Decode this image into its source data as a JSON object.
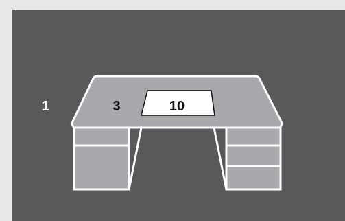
{
  "colors": {
    "background": "#e9e9ea",
    "panel": "#58595b",
    "desk_fill": "#a7a9ac",
    "outline": "#ffffff",
    "paper": "#ffffff",
    "label_dark": "#111111",
    "label_light": "#ffffff"
  },
  "labels": {
    "outside": "1",
    "desk_surface": "3",
    "paper": "10"
  }
}
